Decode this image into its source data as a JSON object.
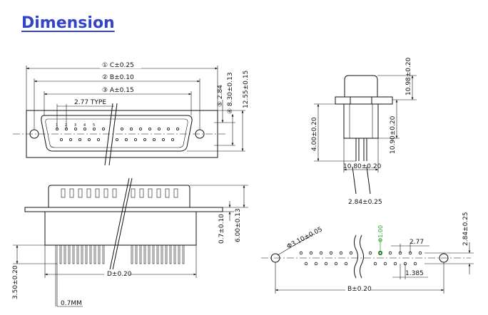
{
  "title": "Dimension",
  "front_view": {
    "dim_c": "① C±0.25",
    "dim_b": "② B±0.10",
    "dim_a": "③ A±0.15",
    "pitch": "2.77 TYPE",
    "dim_284": "⑤ 2.84",
    "dim_830": "④ 8.30±0.13",
    "dim_1255": "12.55±0.15",
    "pin_numbers": [
      "1",
      "2",
      "3",
      "4",
      "5"
    ]
  },
  "side_view": {
    "dim_1098": "10.98±0.20",
    "dim_1090": "10.90±0.20",
    "dim_400": "4.00±0.20",
    "dim_1080": "10.80±0.20",
    "dim_284": "2.84±0.25"
  },
  "bottom_view": {
    "dim_070": "0.7±0.10",
    "dim_600": "6.00±0.13",
    "dim_350": "3.50±0.20",
    "dim_d": "D±0.20",
    "dim_07mm": "0.7MM"
  },
  "pcb_view": {
    "dim_hole": "Φ3.10±0.05",
    "dim_pin_hole": "Φ1.00",
    "dim_277": "2.77",
    "dim_1385": "1.385",
    "dim_284": "2.84±0.25",
    "dim_b": "B±0.20"
  },
  "colors": {
    "heading": "#3344cc",
    "highlight": "#2a9d2a"
  }
}
